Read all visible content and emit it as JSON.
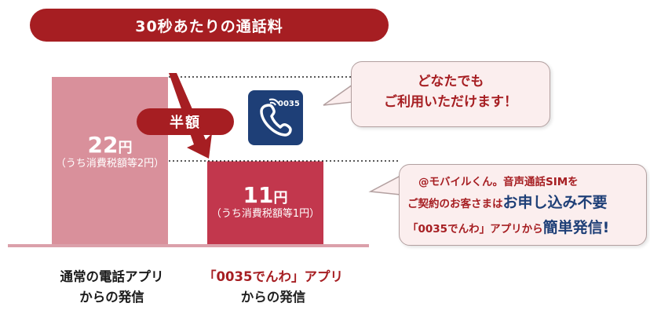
{
  "colors": {
    "accent": "#a61e22",
    "bar_regular": "#d9909b",
    "bar_0035": "#c2374d",
    "baseline": "#dba0aa",
    "icon_bg": "#1e3f77",
    "bubble_bg": "#fbeeee",
    "highlight_blue": "#1e3f77"
  },
  "header": {
    "title": "30秒あたりの通話料"
  },
  "chart_data": {
    "type": "bar",
    "categories": [
      "通常の電話アプリからの発信",
      "「0035でんわ」アプリからの発信"
    ],
    "values": [
      22,
      11
    ],
    "unit": "円",
    "value_labels": [
      "22",
      "11"
    ],
    "tax_notes": [
      "（うち消費税額等2円）",
      "（うち消費税額等1円）"
    ],
    "ylim": [
      0,
      22
    ],
    "grid": false,
    "annotation": "半額"
  },
  "badge": {
    "label": "半額"
  },
  "app_icon": {
    "label": "0035",
    "icon": "phone-handset-icon"
  },
  "bubble1": {
    "line1": "どなたでも",
    "line2": "ご利用いただけます！"
  },
  "bubble2": {
    "line1": "@モバイルくん。音声通話SIMを",
    "line2_prefix": "ご契約のお客さまは",
    "line2_highlight": "お申し込み不要",
    "line3_prefix": "「0035でんわ」アプリから",
    "line3_highlight": "簡単発信",
    "line3_suffix": "!"
  },
  "captions": {
    "left_line1": "通常の電話アプリ",
    "left_line2": "からの発信",
    "right_line1": "「0035でんわ」アプリ",
    "right_line2": "からの発信"
  }
}
